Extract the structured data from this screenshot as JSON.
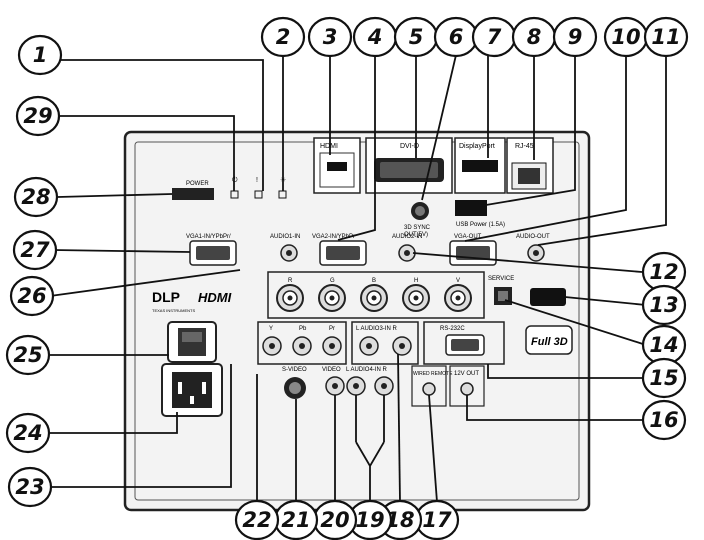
{
  "callouts": [
    "1",
    "2",
    "3",
    "4",
    "5",
    "6",
    "7",
    "8",
    "9",
    "10",
    "11",
    "12",
    "13",
    "14",
    "15",
    "16",
    "17",
    "18",
    "19",
    "20",
    "21",
    "22",
    "23",
    "24",
    "25",
    "26",
    "27",
    "28",
    "29"
  ],
  "panel": {
    "power_label": "POWER",
    "power_icon": "power-icon",
    "lamp_icon": "lamp-icon",
    "temp_icon": "temperature-icon",
    "hdmi_label": "HDMI",
    "dvi_label": "DVI-D",
    "displayport_label": "DisplayPort",
    "rj45_label": "RJ-45",
    "sync_label": "3D SYNC",
    "sync_sub": "OUT(5V)",
    "usb_label": "USB Power (1.5A)",
    "vga1_label": "VGA1-IN/YPbPr/",
    "audio1_label": "AUDIO1-IN",
    "vga2_label": "VGA2-IN/YPbPr",
    "audio2_label": "AUDIO2-IN",
    "vgaout_label": "VGA-OUT",
    "audioout_label": "AUDIO-OUT",
    "bnc_labels": [
      "R",
      "G",
      "B",
      "H",
      "V"
    ],
    "service_label": "SERVICE",
    "ypbpr_labels": [
      "Y",
      "Pb",
      "Pr"
    ],
    "audio3_label": "L  AUDIO3-IN  R",
    "rs232_label": "RS-232C",
    "svideo_label": "S-VIDEO",
    "video_label": "VIDEO",
    "audio4_label": "L  AUDIO4-IN  R",
    "wired_label": "WIRED REMOTE",
    "dc12_label": "12V OUT",
    "dlp_logo": "DLP",
    "dlp_sub": "TEXAS INSTRUMENTS",
    "hdmi_logo": "HDMI",
    "full3d_label": "Full 3D"
  }
}
